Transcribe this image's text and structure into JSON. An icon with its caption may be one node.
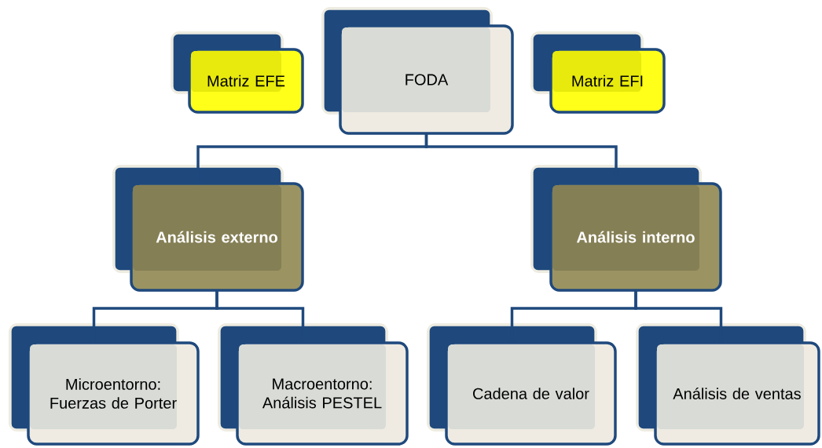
{
  "diagram": {
    "nodes": [
      {
        "text": [
          "Matriz EFE"
        ]
      },
      {
        "text": [
          "FODA"
        ]
      },
      {
        "text": [
          "Matriz EFI"
        ]
      },
      {
        "text": [
          "Análisis externo"
        ]
      },
      {
        "text": [
          "Análisis interno"
        ]
      },
      {
        "text": [
          "Microentorno: Fuerzas de Porter"
        ]
      },
      {
        "text": [
          "Macroentorno: Análisis PESTEL"
        ]
      },
      {
        "text": [
          "Cadena de valor"
        ]
      },
      {
        "text": [
          "Análisis de ventas"
        ]
      }
    ],
    "edges": [
      {
        "from": 1,
        "to": 3,
        "arrow": "none"
      },
      {
        "from": 1,
        "to": 4,
        "arrow": "none"
      },
      {
        "from": 3,
        "to": 5,
        "arrow": "none"
      },
      {
        "from": 3,
        "to": 6,
        "arrow": "none"
      },
      {
        "from": 4,
        "to": 7,
        "arrow": "none"
      },
      {
        "from": 4,
        "to": 8,
        "arrow": "none"
      }
    ]
  }
}
